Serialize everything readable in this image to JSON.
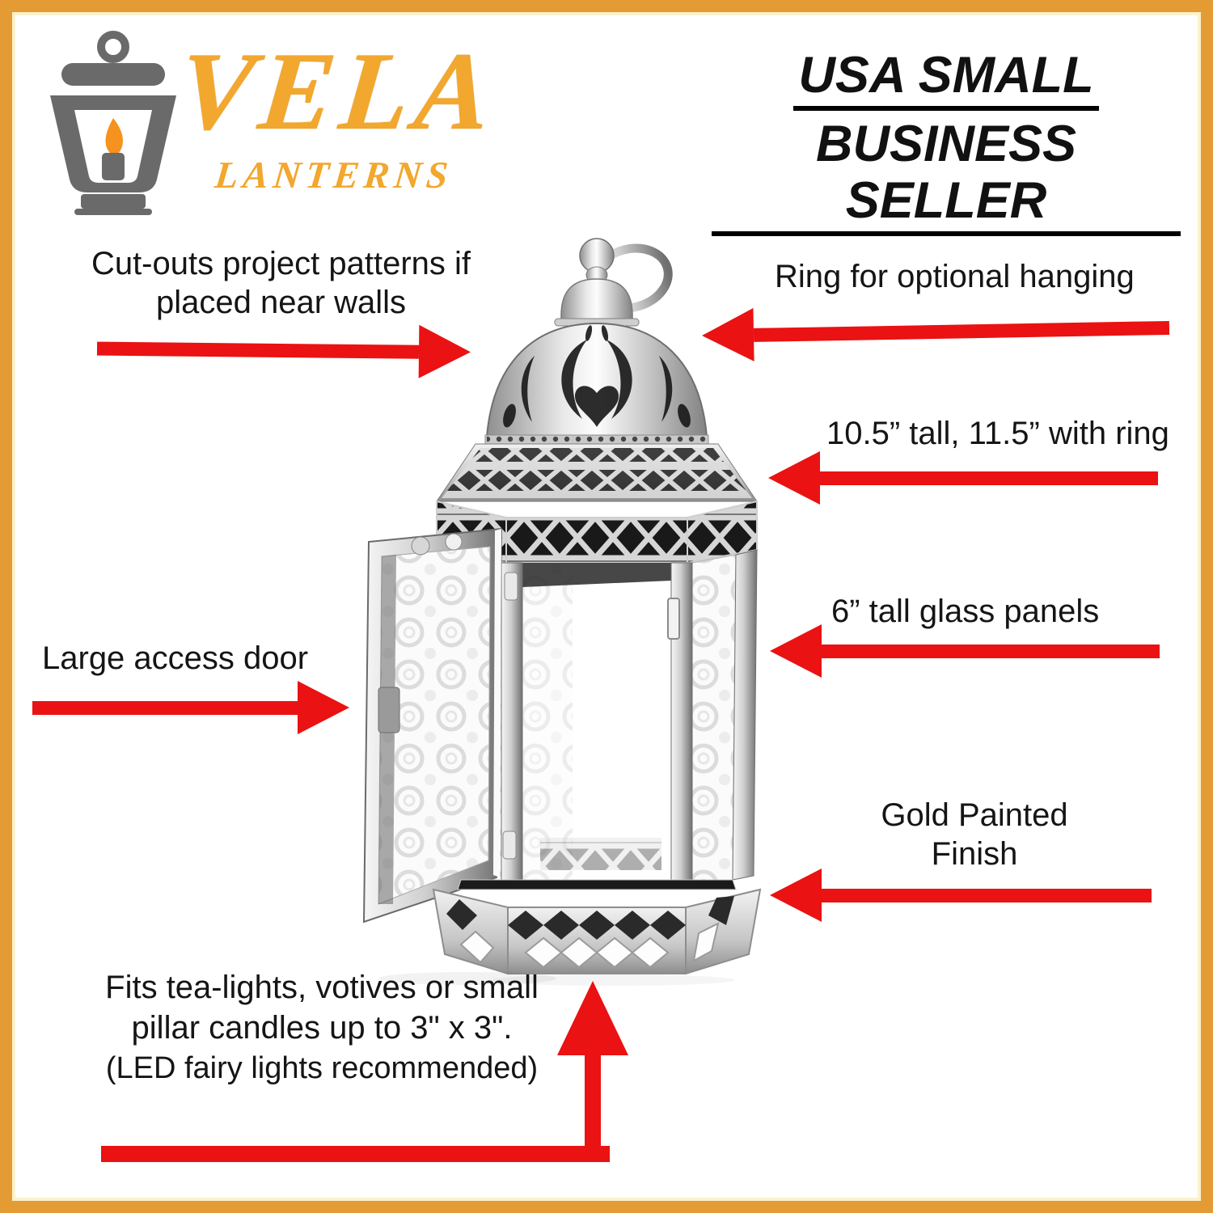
{
  "brand": {
    "name": "VELA",
    "tagline": "LANTERNS",
    "icon": "lantern-with-candle-icon"
  },
  "badge": {
    "line1": "USA SMALL",
    "line2": "BUSINESS SELLER"
  },
  "callouts": {
    "cutouts": {
      "line1": "Cut-outs project patterns if",
      "line2": "placed near walls",
      "arrow": "right"
    },
    "ring": {
      "text": "Ring for optional hanging",
      "arrow": "left"
    },
    "height": {
      "text": "10.5” tall, 11.5” with ring",
      "arrow": "left"
    },
    "glass": {
      "text": "6” tall glass panels",
      "arrow": "left"
    },
    "door": {
      "text": "Large access door",
      "arrow": "right"
    },
    "finish": {
      "line1": "Gold Painted",
      "line2": "Finish",
      "arrow": "left"
    },
    "candle": {
      "line1": "Fits tea-lights, votives or small",
      "line2": "pillar candles up to 3\" x 3\".",
      "line3": "(LED fairy lights recommended)",
      "arrow": "up-bent"
    }
  },
  "product": {
    "description": "silver moroccan-style candle lantern with open door, ornate cut-out dome, hanging ring, pressed-glass panels and lattice base"
  },
  "colors": {
    "border": "#E49B33",
    "cream": "#FBF2CD",
    "arrow": "#EA1212",
    "gold": "#F2A72E",
    "ink": "#111111",
    "logo-gray": "#6A6A6A",
    "flame": "#F6921E"
  }
}
